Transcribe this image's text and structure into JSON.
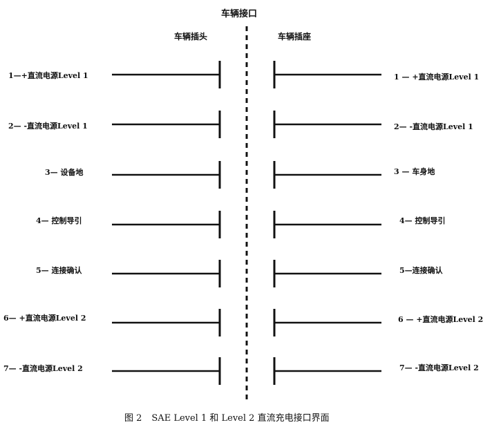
{
  "title": "车辆接口",
  "plug_label": "车辆插头",
  "socket_label": "车辆插座",
  "plug_pins": [
    "1—+直流电源Level 1",
    "2— -直流电源Level 1",
    "3— 设备地",
    "4— 控制导引",
    "5— 连接确认",
    "6— +直流电源Level 2",
    "7— -直流电源Level 2"
  ],
  "socket_pins": [
    "1 — +直流电源Level 1",
    "2— -直流电源Level 1",
    "3 — 车身地",
    "4— 控制导引",
    "5—连接确认",
    "6 — +直流电源Level 2",
    "7— -直流电源Level 2"
  ],
  "caption": {
    "figure_no": "图 2",
    "text": "SAE Level 1 和 Level 2 直流充电接口界面"
  }
}
